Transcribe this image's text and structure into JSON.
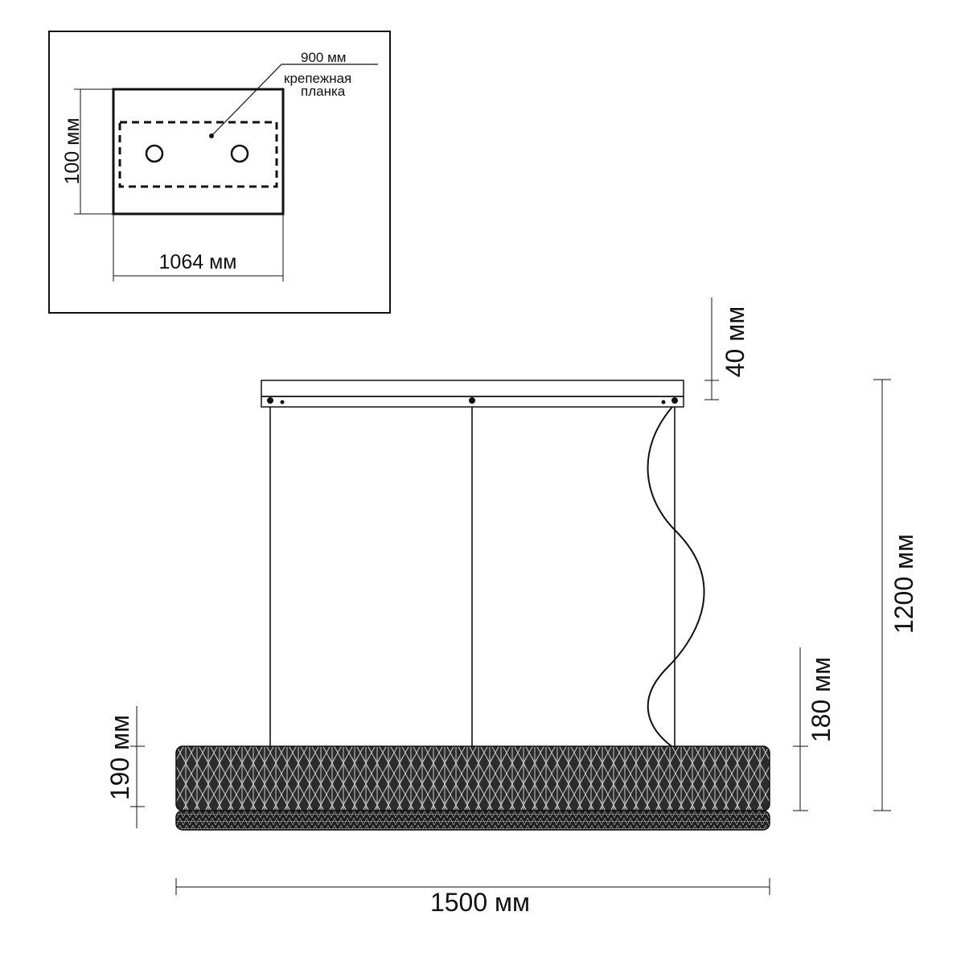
{
  "inset": {
    "label_900": "900 мм",
    "note_line1": "крепежная",
    "note_line2": "планка",
    "height_label": "100 мм",
    "width_label": "1064 мм"
  },
  "dims": {
    "canopy_height": "40 мм",
    "total_height": "1200 мм",
    "cable_gap": "180 мм",
    "shade_height": "190 мм",
    "shade_width": "1500 мм"
  },
  "colors": {
    "line": "#111111",
    "background": "#ffffff"
  }
}
